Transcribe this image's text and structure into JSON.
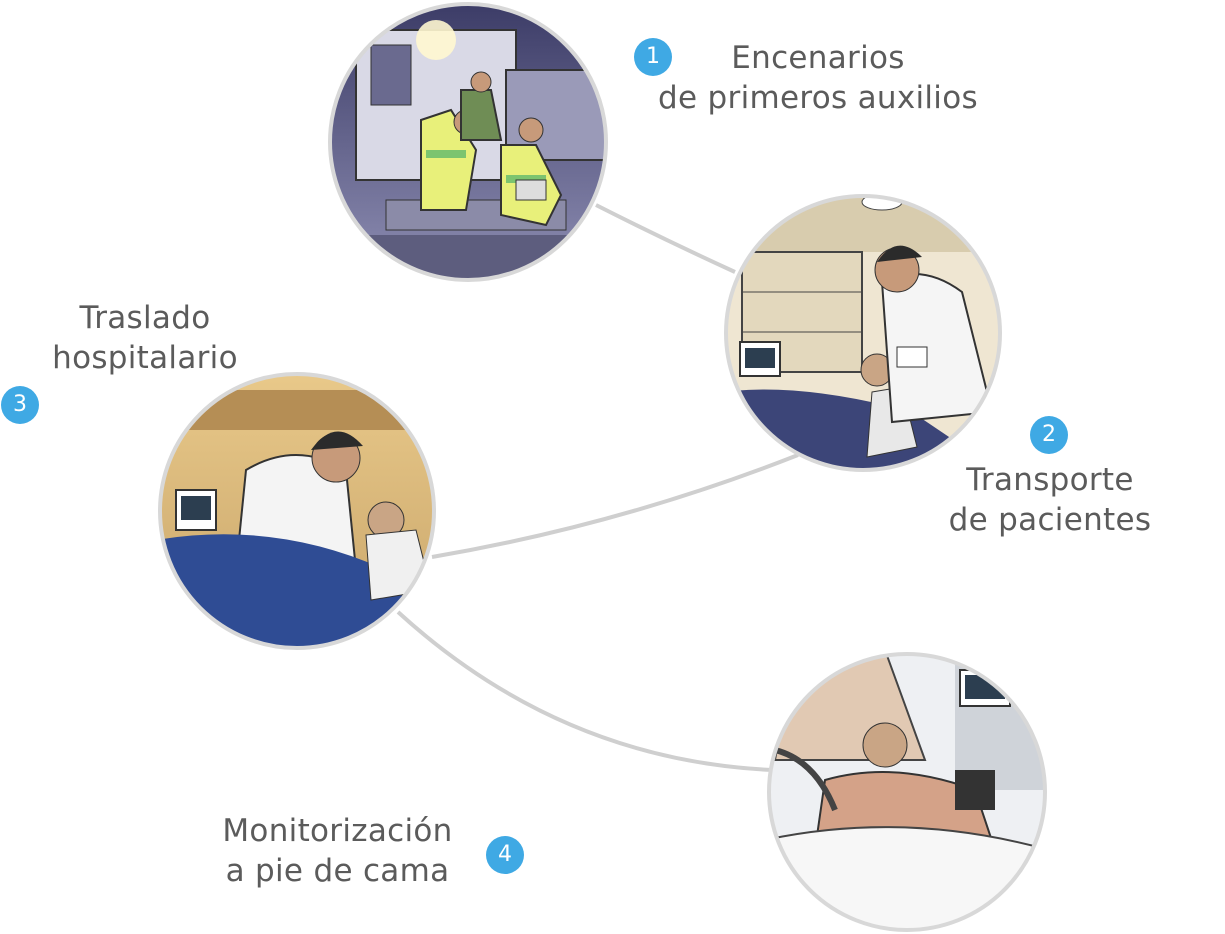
{
  "colors": {
    "badge": "#3fa9e4",
    "text": "#5b5b5b",
    "connector": "#cfcfcf",
    "circle_border": "#d8d8d8"
  },
  "scenes": [
    {
      "number": "1",
      "lines": [
        "Encenarios",
        "de primeros auxilios"
      ],
      "illustration": "ambulance-first-aid-scene"
    },
    {
      "number": "2",
      "lines": [
        "Transporte",
        "de pacientes"
      ],
      "illustration": "ambulance-interior-transport-scene"
    },
    {
      "number": "3",
      "lines": [
        "Traslado",
        "hospitalario"
      ],
      "illustration": "hospital-transfer-scene"
    },
    {
      "number": "4",
      "lines": [
        "Monitorización",
        "a pie de cama"
      ],
      "illustration": "bedside-monitoring-scene"
    }
  ]
}
